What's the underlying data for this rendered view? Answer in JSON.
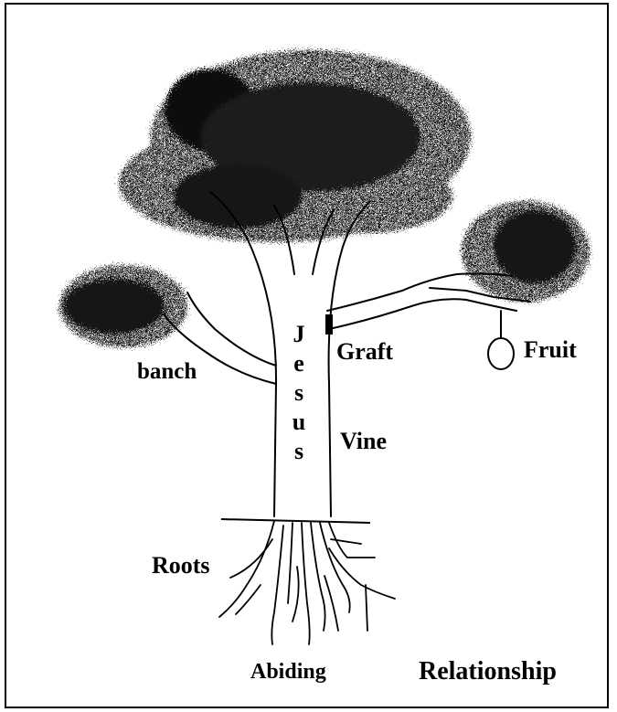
{
  "labels": {
    "branch": "banch",
    "graft": "Graft",
    "fruit": "Fruit",
    "vine": "Vine",
    "roots": "Roots",
    "abiding": "Abiding",
    "relationship": "Relationship"
  },
  "trunk_letters": [
    "J",
    "e",
    "s",
    "u",
    "s"
  ],
  "colors": {
    "ink": "#000000",
    "background": "#ffffff",
    "foliage": "#1a1a1a"
  }
}
